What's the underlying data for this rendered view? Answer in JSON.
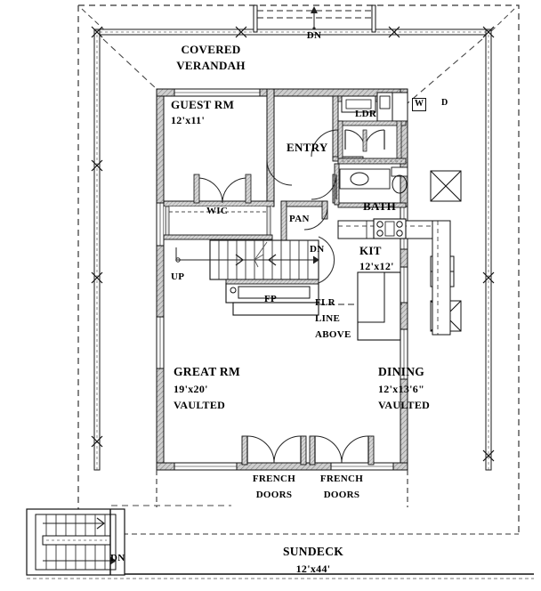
{
  "document": {
    "type": "architectural-floor-plan",
    "level": "main-floor"
  },
  "rooms": [
    {
      "id": "covered-verandah",
      "name": "COVERED",
      "name2": "VERANDAH",
      "dim": ""
    },
    {
      "id": "guest-room",
      "name": "GUEST RM",
      "dim": "12'x11'",
      "note": ""
    },
    {
      "id": "entry",
      "name": "ENTRY",
      "dim": "",
      "note": ""
    },
    {
      "id": "laundry",
      "name": "LDR",
      "dim": "",
      "note": ""
    },
    {
      "id": "bath",
      "name": "BATH",
      "dim": "",
      "note": ""
    },
    {
      "id": "kitchen",
      "name": "KIT",
      "dim": "12'x12'",
      "note": ""
    },
    {
      "id": "great-room",
      "name": "GREAT RM",
      "dim": "19'x20'",
      "note": "VAULTED"
    },
    {
      "id": "dining",
      "name": "DINING",
      "dim": "12'x13'6\"",
      "note": "VAULTED"
    },
    {
      "id": "sundeck",
      "name": "SUNDECK",
      "dim": "12'x44'",
      "note": ""
    },
    {
      "id": "walk-in-closet",
      "name": "WIC",
      "dim": "",
      "note": ""
    },
    {
      "id": "pantry",
      "name": "PAN",
      "dim": "",
      "note": ""
    }
  ],
  "labels": {
    "covered": "COVERED",
    "verandah": "VERANDAH",
    "guest_rm": "GUEST RM",
    "guest_dim": "12'x11'",
    "entry": "ENTRY",
    "ldr": "LDR",
    "washer": "W",
    "dryer": "D",
    "bath": "BATH",
    "kit": "KIT",
    "kit_dim": "12'x12'",
    "wic": "WIC",
    "pan": "PAN",
    "fp": "FP",
    "flr": "FLR",
    "line": "LINE",
    "above": "ABOVE",
    "up": "UP",
    "dn_stair": "DN",
    "dn_entry": "DN",
    "dn_deck": "DN",
    "great_rm": "GREAT RM",
    "great_dim": "19'x20'",
    "great_note": "VAULTED",
    "dining": "DINING",
    "dining_dim": "12'x13'6\"",
    "dining_note": "VAULTED",
    "french_1a": "FRENCH",
    "french_1b": "DOORS",
    "french_2a": "FRENCH",
    "french_2b": "DOORS",
    "sundeck": "SUNDECK",
    "sundeck_dim": "12'x44'"
  },
  "colors": {
    "line": "#1a1a1a",
    "wall_fill": "#b8b8b8",
    "hatch": "#8c8c8c",
    "paper": "#ffffff"
  }
}
